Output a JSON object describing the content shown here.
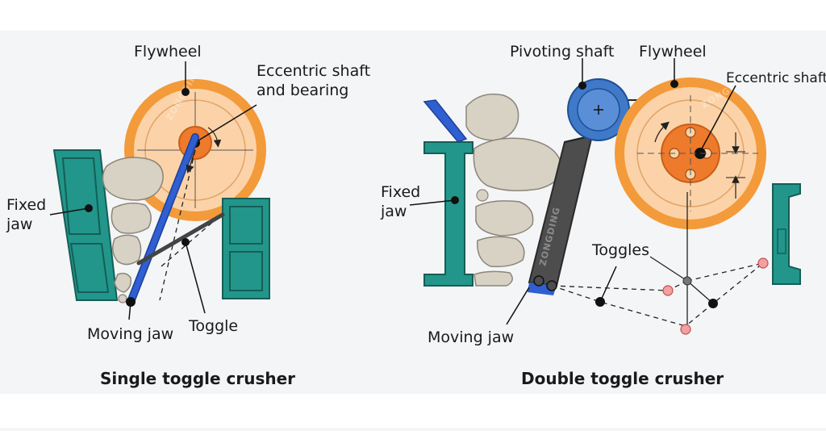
{
  "single": {
    "caption": "Single toggle crusher",
    "labels": {
      "flywheel": "Flywheel",
      "eccentric_line1": "Eccentric shaft",
      "eccentric_line2": "and bearing",
      "fixed_jaw_line1": "Fixed",
      "fixed_jaw_line2": "jaw",
      "moving_jaw": "Moving jaw",
      "toggle": "Toggle"
    }
  },
  "double": {
    "caption": "Double toggle crusher",
    "labels": {
      "pivoting_shaft": "Pivoting shaft",
      "flywheel": "Flywheel",
      "eccentric_shaft": "Eccentric shaft",
      "fixed_jaw_line1": "Fixed",
      "fixed_jaw_line2": "jaw",
      "toggles": "Toggles",
      "moving_jaw": "Moving jaw"
    }
  },
  "watermark": "ZONGDING",
  "colors": {
    "background": "#f4f5f6",
    "flywheel_rim": "#f39a3a",
    "flywheel_face": "#fcd3a8",
    "eccentric": "#ee7a2c",
    "jaw_frame": "#22968a",
    "moving_jaw": "#2f5fd0",
    "pivot_shaft": "#3f79c8",
    "pitman": "#4d4d4d",
    "rock": "#d8d2c5",
    "toggle_point": "#f2a0a0"
  }
}
